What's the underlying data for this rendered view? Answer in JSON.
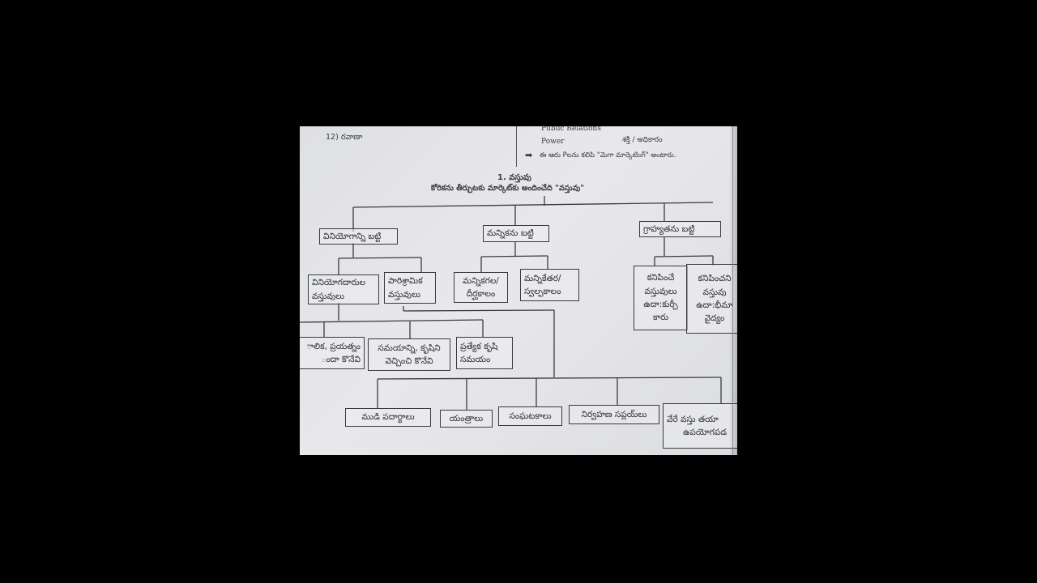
{
  "header": {
    "left_item": "12) రవాణా",
    "public_relations": "Public Relations",
    "power_en": "Power",
    "power_te": "శక్తి / అధికారం",
    "arrow_note": "ఈ ఆరు Pలను కలిపి \"మెగా మార్కెటింగ్\" అంటారు."
  },
  "section": {
    "title": "1. వస్తువు",
    "subtitle": "కోరికను తీర్చుటకు మార్కెట్‌కు అందించేది \"వస్తువు\""
  },
  "nodes": {
    "consumption": "వినియోగాన్ని బట్టి",
    "durability": "మన్నికను బట్టి",
    "tangibility": "గ్రాహ్యతను బట్టి",
    "consumer_goods": [
      "వినియోగదారుల",
      "వస్తువులు"
    ],
    "industrial_goods": [
      "పారిశ్రామిక",
      "వస్తువులు"
    ],
    "durable": [
      "మన్నికగల/",
      "దీర్ఘకాలం"
    ],
    "nondurable": [
      "మన్నికేతర/",
      "స్వల్పకాలం"
    ],
    "visible": [
      "కనిపించే",
      "వస్తువులు",
      "ఉదా:కుర్చీ",
      "కారు"
    ],
    "invisible": [
      "కనిపించని",
      "వస్తువు",
      "ఉదా:భీమా",
      "వైద్యం"
    ],
    "effort": [
      "ాలిక, ప్రయత్నం",
      "ందా కొనేవి"
    ],
    "time_effort": [
      "సమయాన్ని, కృషిని",
      "వెచ్చించి కొనేవి"
    ],
    "special_effort": [
      "ప్రత్యేక కృషి",
      "సమయం"
    ],
    "raw_materials": "ముడి పదార్థాలు",
    "machinery": "యంత్రాలు",
    "components": "సంఘటకాలు",
    "maintenance": "నిర్వహణ సప్లయ్‌లు",
    "other_goods": [
      "వేరే వస్తు తయా",
      "ఉపయోగపడ"
    ]
  },
  "colors": {
    "background": "#000000",
    "paper": "#e3e4e6",
    "ink": "#3a3b40"
  }
}
